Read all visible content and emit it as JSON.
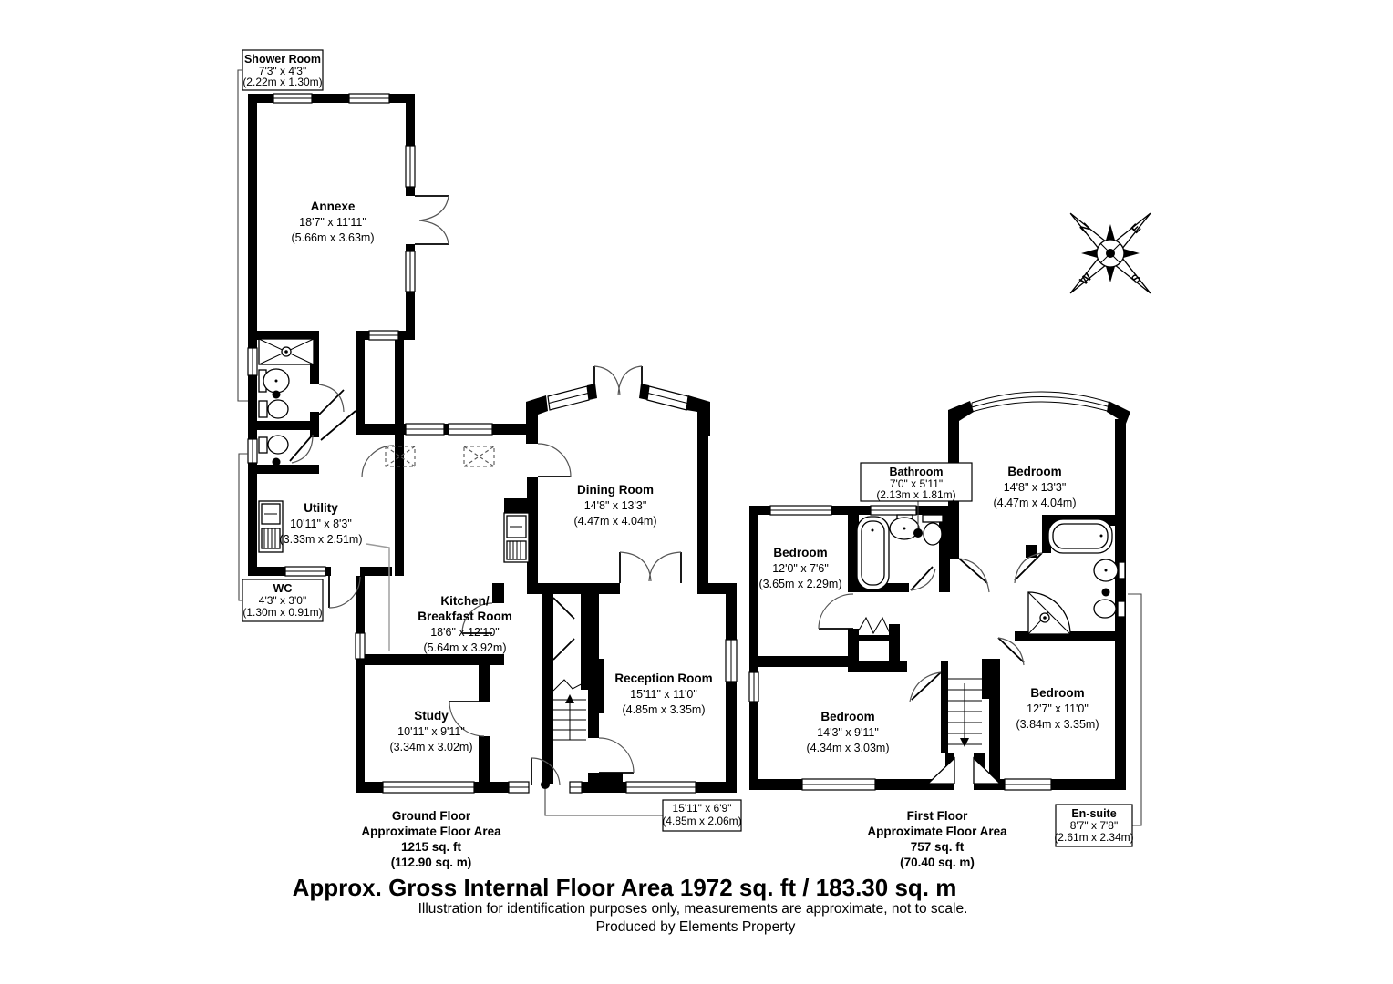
{
  "footer": {
    "title": "Approx. Gross Internal Floor Area 1972 sq. ft / 183.30 sq. m",
    "sub1": "Illustration for identification purposes only, measurements are approximate, not to scale.",
    "sub2": "Produced by Elements Property"
  },
  "compass": {
    "n": "N",
    "e": "E",
    "s": "S",
    "w": "W"
  },
  "gf": {
    "rooms": {
      "shower": {
        "name": "Shower Room",
        "ft": "7'3\" x 4'3\"",
        "m": "(2.22m x 1.30m)"
      },
      "annexe": {
        "name": "Annexe",
        "ft": "18'7\" x 11'11\"",
        "m": "(5.66m x 3.63m)"
      },
      "utility": {
        "name": "Utility",
        "ft": "10'11\" x 8'3\"",
        "m": "(3.33m x 2.51m)"
      },
      "wc": {
        "name": "WC",
        "ft": "4'3\" x 3'0\"",
        "m": "(1.30m x 0.91m)"
      },
      "kitchen": {
        "name1": "Kitchen/",
        "name2": "Breakfast Room",
        "ft": "18'6\" x 12'10\"",
        "m": "(5.64m x 3.92m)"
      },
      "dining": {
        "name": "Dining Room",
        "ft": "14'8\" x 13'3\"",
        "m": "(4.47m x 4.04m)"
      },
      "study": {
        "name": "Study",
        "ft": "10'11\" x 9'11\"",
        "m": "(3.34m x 3.02m)"
      },
      "reception": {
        "name": "Reception Room",
        "ft": "15'11\" x 11'0\"",
        "m": "(4.85m x 3.35m)"
      },
      "hall_callout": {
        "ft": "15'11\" x 6'9\"",
        "m": "(4.85m x 2.06m)"
      }
    },
    "area": {
      "l1": "Ground Floor",
      "l2": "Approximate Floor Area",
      "l3": "1215 sq. ft",
      "l4": "(112.90 sq. m)"
    }
  },
  "ff": {
    "rooms": {
      "bathroom": {
        "name": "Bathroom",
        "ft": "7'0\" x 5'11\"",
        "m": "(2.13m x 1.81m)"
      },
      "bedroom_tr": {
        "name": "Bedroom",
        "ft": "14'8\" x 13'3\"",
        "m": "(4.47m x 4.04m)"
      },
      "bedroom_l": {
        "name": "Bedroom",
        "ft": "12'0\" x 7'6\"",
        "m": "(3.65m x 2.29m)"
      },
      "bedroom_bl": {
        "name": "Bedroom",
        "ft": "14'3\" x 9'11\"",
        "m": "(4.34m x 3.03m)"
      },
      "bedroom_br": {
        "name": "Bedroom",
        "ft": "12'7\" x 11'0\"",
        "m": "(3.84m x 3.35m)"
      },
      "ensuite": {
        "name": "En-suite",
        "ft": "8'7\" x 7'8\"",
        "m": "(2.61m x 2.34m)"
      }
    },
    "area": {
      "l1": "First Floor",
      "l2": "Approximate Floor Area",
      "l3": "757 sq. ft",
      "l4": "(70.40 sq. m)"
    }
  }
}
